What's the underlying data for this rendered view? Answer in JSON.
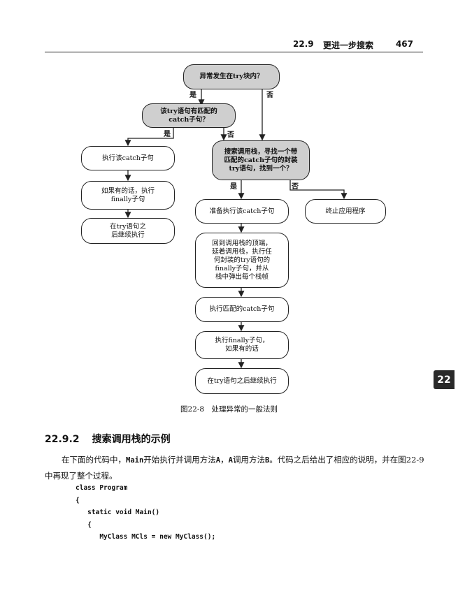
{
  "header": {
    "section": "22.9",
    "title": "更进一步搜索",
    "page": "467"
  },
  "flowchart": {
    "q_try": "异常发生在try块内？",
    "q_catch": "该try语句有匹配的\ncatch子句？",
    "exec_catch": "执行该catch子句",
    "exec_finally_if_any": "如果有的话，执行\nfinally子句",
    "continue_after_try": "在try语句之\n后继续执行",
    "search_stack": "搜索调用栈，寻找一个带\n匹配的catch子句的封装\ntry语句，找到一个？",
    "prepare_catch": "准备执行该catch子句",
    "terminate": "终止应用程序",
    "unwind": "回到调用栈的顶端，\n延着调用栈，执行任\n何封装的try语句的\nfinally子句，并从\n栈中弹出每个栈帧",
    "exec_matched_catch": "执行匹配的catch子句",
    "exec_finally_if_any2": "执行finally子句，\n如果有的话",
    "continue_after_try2": "在try语句之后继续执行",
    "yes": "是",
    "no": "否"
  },
  "caption": "图22-8　处理异常的一般法则",
  "chapter_tab": "22",
  "section": {
    "number": "22.9.2",
    "title": "搜索调用栈的示例"
  },
  "paragraph": {
    "p1": "在下面的代码中，",
    "main": "Main",
    "p2": "开始执行并调用方法",
    "a1": "A",
    "p3": "，",
    "a2": "A",
    "p4": "调用方法",
    "b": "B",
    "p5": "。代码之后给出了相应的说明，并在图22-9中再现了整个过程。"
  },
  "code_lines": [
    "class Program",
    "{",
    "   static void Main()",
    "   {",
    "      MyClass MCls = new MyClass();"
  ]
}
